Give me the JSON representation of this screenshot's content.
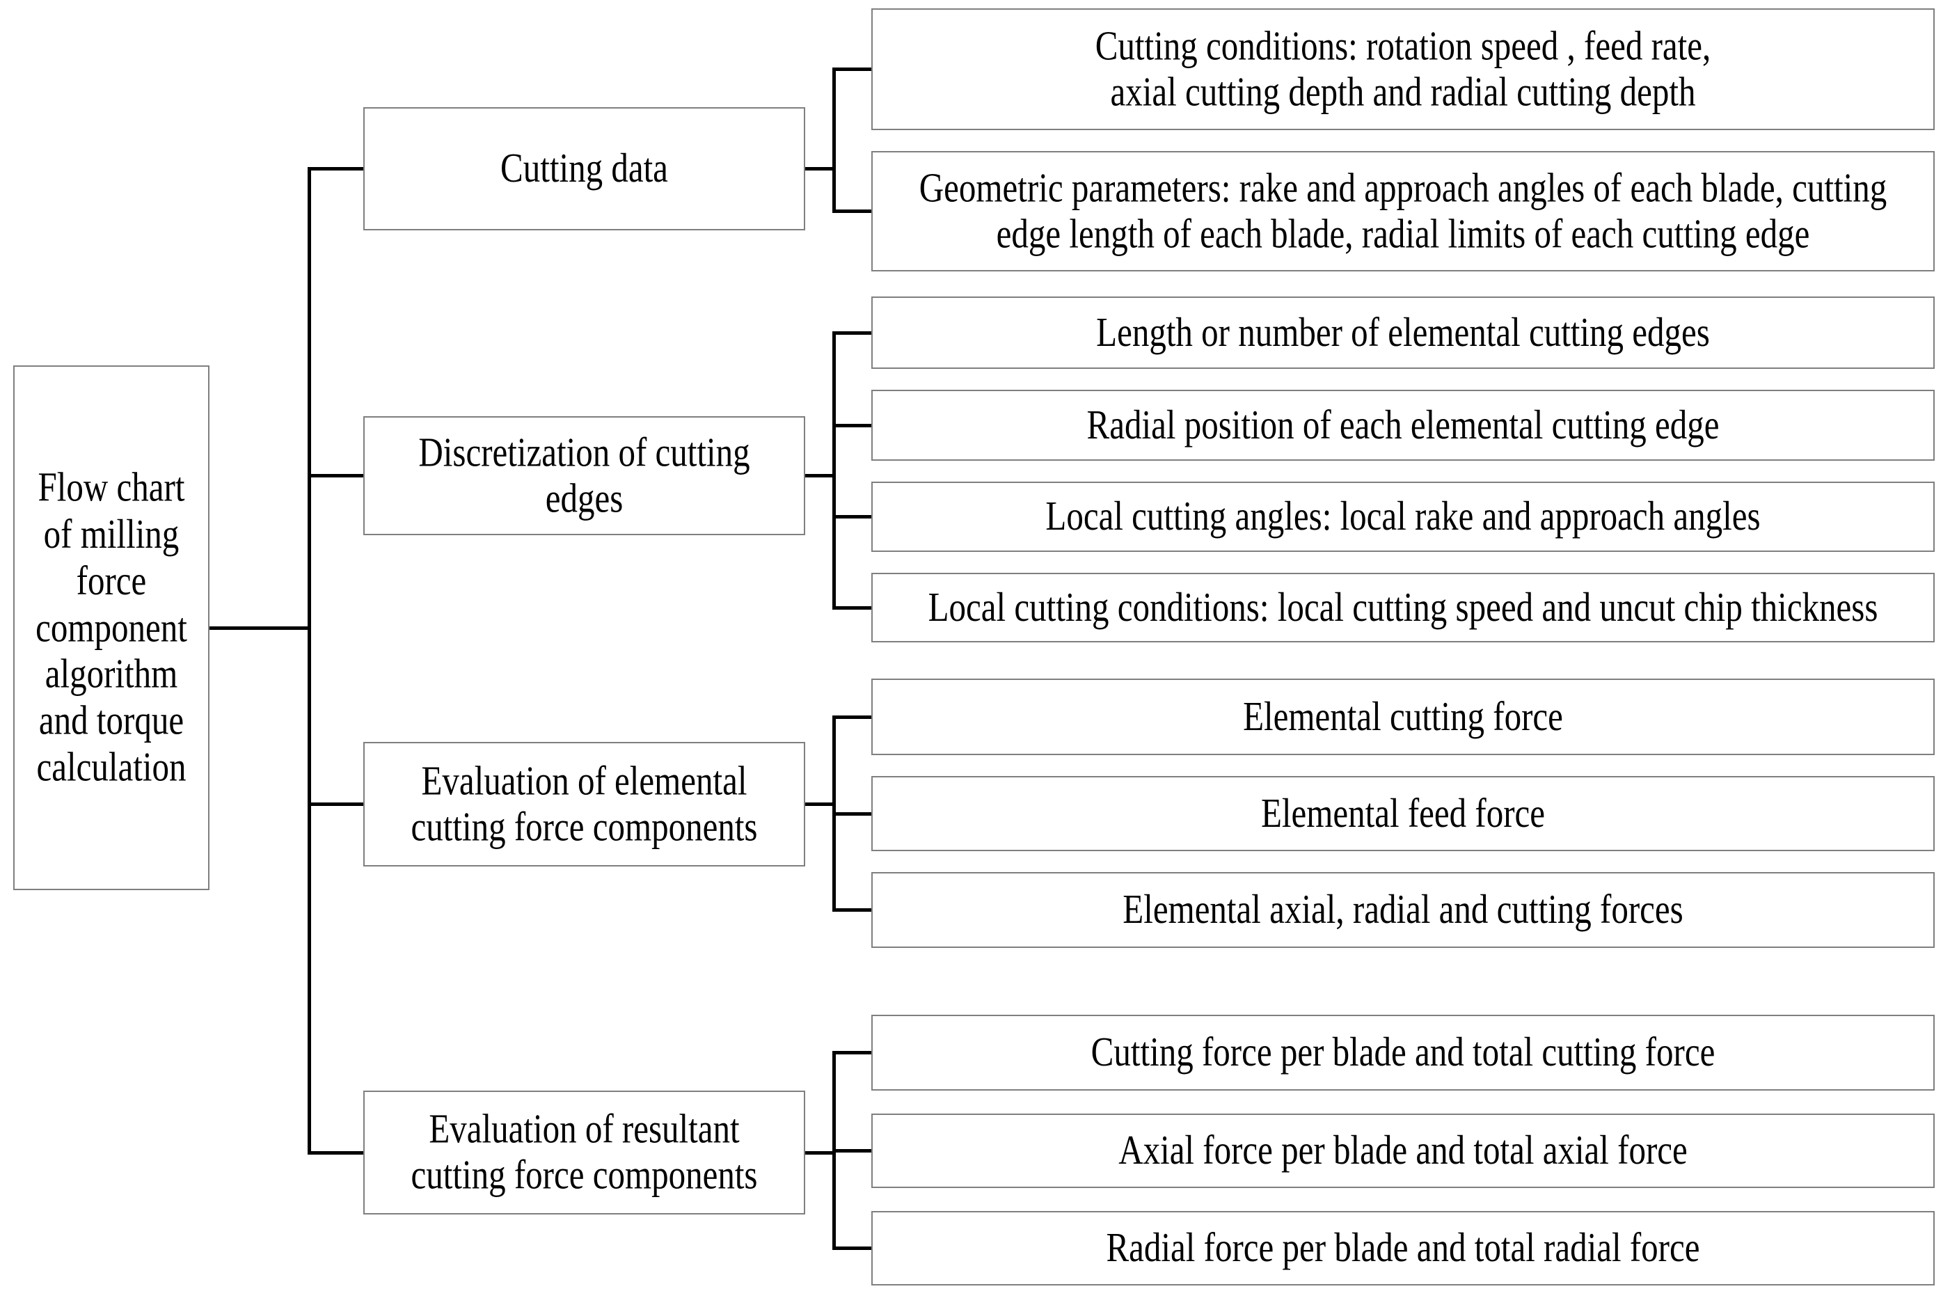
{
  "title": "Flow chart of milling force component algorithm and torque calculation",
  "colors": {
    "background": "#ffffff",
    "box_border": "#7f7f7f",
    "connector_line": "#000000",
    "text": "#000000"
  },
  "root": {
    "label": "Flow chart\nof milling\nforce\ncomponent\nalgorithm\nand torque\ncalculation"
  },
  "branches": [
    {
      "label": "Cutting data",
      "children": [
        "Cutting conditions: rotation speed , feed rate,\naxial cutting depth and radial cutting depth",
        "Geometric parameters: rake and approach angles of each blade, cutting\nedge length of each blade, radial limits of each cutting edge"
      ]
    },
    {
      "label": "Discretization of cutting\nedges",
      "children": [
        "Length or number of elemental cutting edges",
        "Radial position of each elemental cutting edge",
        "Local cutting angles: local rake and approach angles",
        "Local cutting conditions: local cutting speed and uncut chip thickness"
      ]
    },
    {
      "label": "Evaluation of elemental\ncutting force components",
      "children": [
        "Elemental cutting force",
        "Elemental feed force",
        "Elemental axial, radial and cutting forces"
      ]
    },
    {
      "label": "Evaluation of resultant\ncutting force components",
      "children": [
        "Cutting force per blade and total cutting force",
        "Axial force per blade and total axial force",
        "Radial force per blade and total radial force"
      ]
    }
  ]
}
